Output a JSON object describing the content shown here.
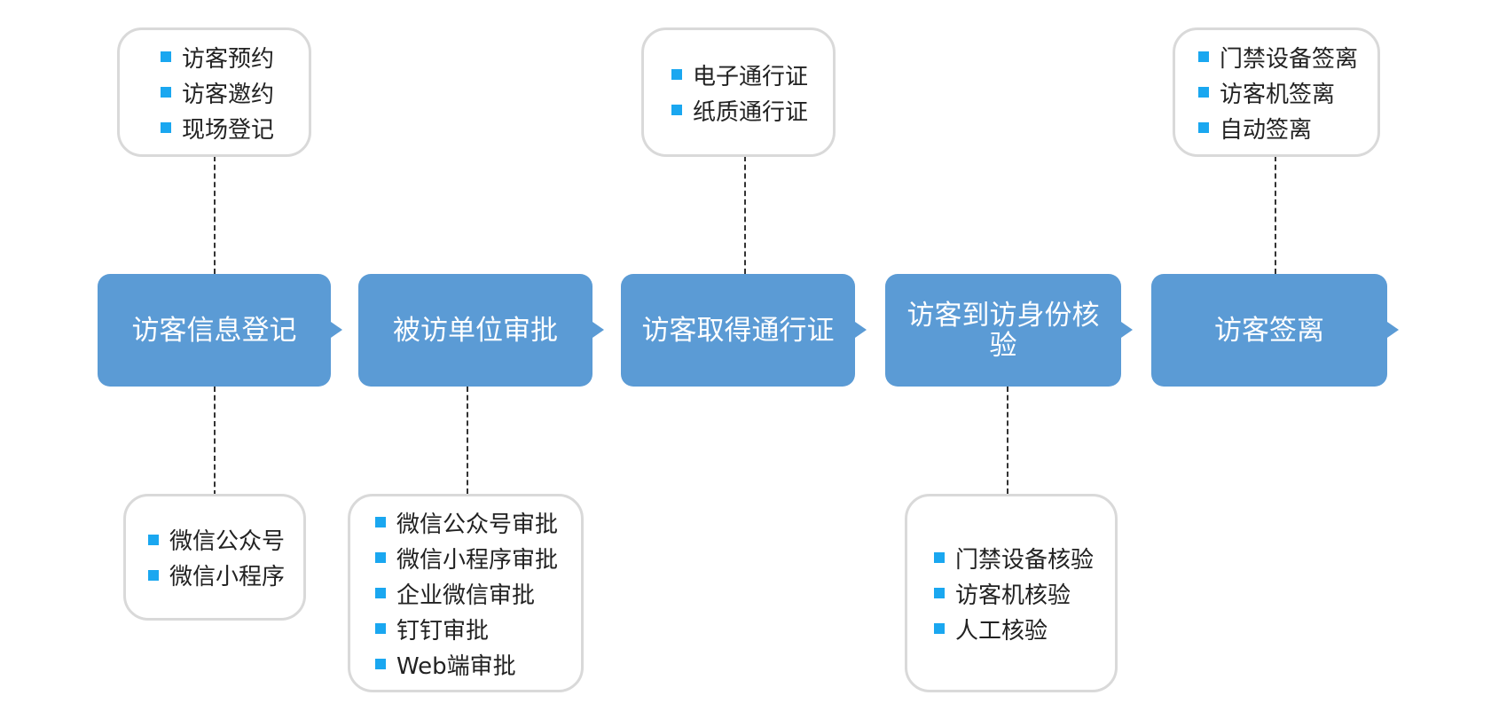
{
  "steps": [
    {
      "label": "访客信息登记"
    },
    {
      "label": "被访单位审批"
    },
    {
      "label": "访客取得通行证"
    },
    {
      "label": "访客到访身份核验"
    },
    {
      "label": "访客签离"
    }
  ],
  "boxes": {
    "registration_methods": [
      "访客预约",
      "访客邀约",
      "现场登记"
    ],
    "registration_channels": [
      "微信公众号",
      "微信小程序"
    ],
    "approval_methods": [
      "微信公众号审批",
      "微信小程序审批",
      "企业微信审批",
      "钉钉审批",
      "Web端审批"
    ],
    "pass_types": [
      "电子通行证",
      "纸质通行证"
    ],
    "verification_methods": [
      "门禁设备核验",
      "访客机核验",
      "人工核验"
    ],
    "checkout_methods": [
      "门禁设备签离",
      "访客机签离",
      "自动签离"
    ]
  },
  "colors": {
    "step_fill": "#5b9bd5",
    "bullet": "#1aa7f0",
    "box_border": "#d9d9d9",
    "connector": "#333333"
  }
}
